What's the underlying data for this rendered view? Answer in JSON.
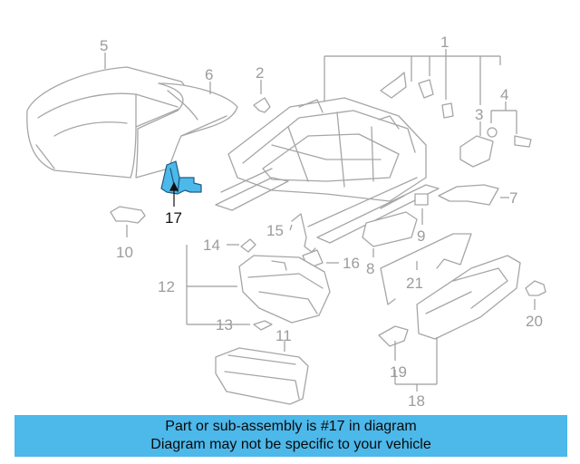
{
  "diagram": {
    "highlighted_part": "17",
    "highlight_color": "#4db8ea",
    "callouts": {
      "c1": "1",
      "c2": "2",
      "c3": "3",
      "c4": "4",
      "c5": "5",
      "c6": "6",
      "c7": "7",
      "c8": "8",
      "c9": "9",
      "c10": "10",
      "c11": "11",
      "c12": "12",
      "c13": "13",
      "c14": "14",
      "c15": "15",
      "c16": "16",
      "c17": "17",
      "c18": "18",
      "c19": "19",
      "c20": "20",
      "c21": "21"
    }
  },
  "banner": {
    "line1": "Part or sub-assembly is #17 in diagram",
    "line2": "Diagram may not be specific to your vehicle",
    "color": "#4db8ea"
  }
}
